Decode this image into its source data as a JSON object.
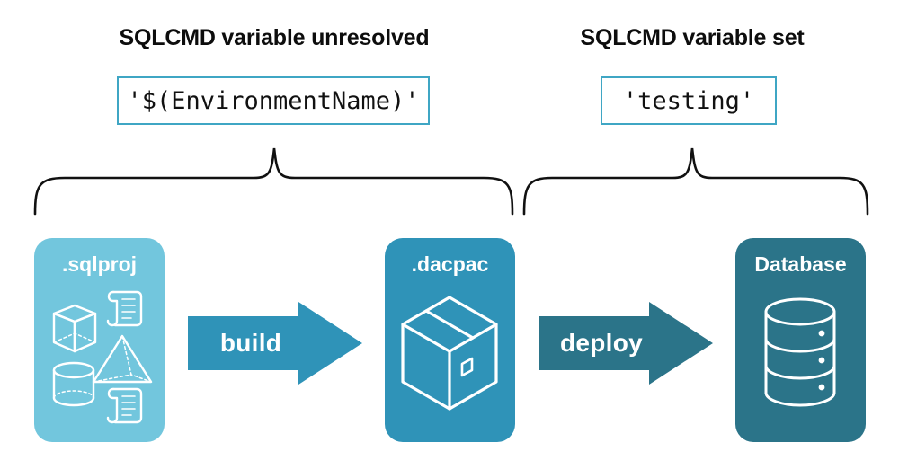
{
  "annotations": {
    "left": {
      "heading": "SQLCMD variable unresolved",
      "value": "'$(EnvironmentName)'"
    },
    "right": {
      "heading": "SQLCMD variable set",
      "value": "'testing'"
    }
  },
  "pipeline": {
    "stages": [
      {
        "label": ".sqlproj",
        "icons": [
          "cube-icon",
          "script-scroll-icon",
          "pyramid-icon",
          "cylinder-icon",
          "script-scroll-icon"
        ],
        "color": "#72C6DD"
      },
      {
        "label": ".dacpac",
        "icons": [
          "package-box-icon"
        ],
        "color": "#2F93B8"
      },
      {
        "label": "Database",
        "icons": [
          "database-cylinder-icon"
        ],
        "color": "#2B7489"
      }
    ],
    "arrows": [
      {
        "label": "build",
        "color": "#2F93B8"
      },
      {
        "label": "deploy",
        "color": "#2B7489"
      }
    ]
  },
  "colors": {
    "accent_border": "#3FA6C4",
    "light_teal": "#72C6DD",
    "mid_teal": "#2F93B8",
    "dark_teal": "#2B7489",
    "text": "#0d0d0d",
    "brace": "#111111"
  }
}
